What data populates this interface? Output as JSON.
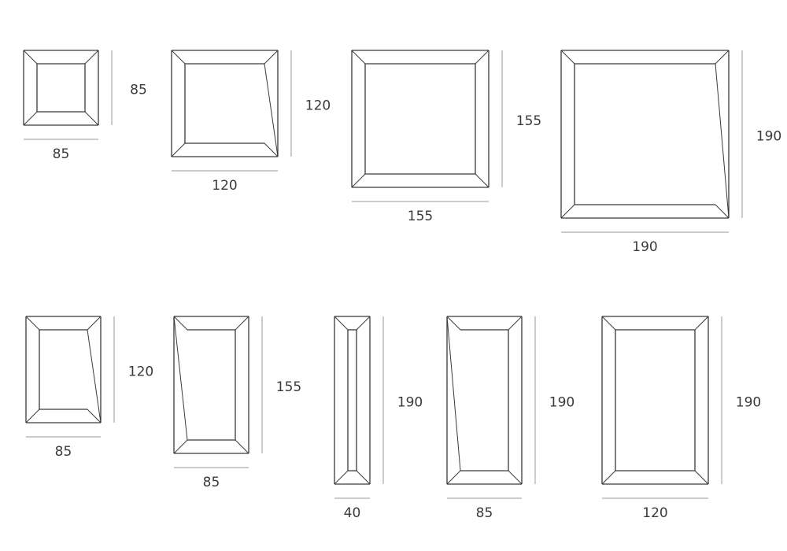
{
  "title": "Frame size variants",
  "stroke_color": "#3a3a3a",
  "dim_line_color": "#9a9a9a",
  "frames": [
    {
      "width": 85,
      "height": 85,
      "skew": "none",
      "width_label": "85",
      "height_label": "85"
    },
    {
      "width": 120,
      "height": 120,
      "skew": "right",
      "width_label": "120",
      "height_label": "120"
    },
    {
      "width": 155,
      "height": 155,
      "skew": "none",
      "width_label": "155",
      "height_label": "155"
    },
    {
      "width": 190,
      "height": 190,
      "skew": "right",
      "width_label": "190",
      "height_label": "190"
    },
    {
      "width": 85,
      "height": 120,
      "skew": "right",
      "width_label": "85",
      "height_label": "120"
    },
    {
      "width": 85,
      "height": 155,
      "skew": "left",
      "width_label": "85",
      "height_label": "155"
    },
    {
      "width": 40,
      "height": 190,
      "skew": "none",
      "width_label": "40",
      "height_label": "190"
    },
    {
      "width": 85,
      "height": 190,
      "skew": "left",
      "width_label": "85",
      "height_label": "190"
    },
    {
      "width": 120,
      "height": 190,
      "skew": "none",
      "width_label": "120",
      "height_label": "190"
    }
  ]
}
